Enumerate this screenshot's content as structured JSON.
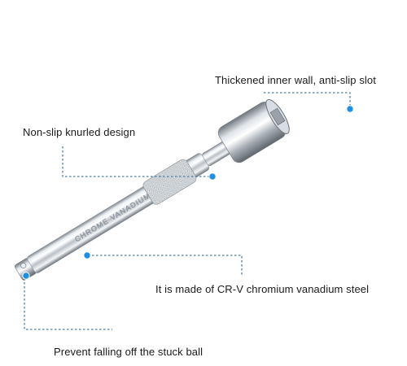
{
  "product": {
    "name": "socket-extension-bar",
    "engraving": "CHROME VANADIUM"
  },
  "callouts": [
    {
      "id": "inner-wall",
      "text": "Thickened inner wall, anti-slip slot"
    },
    {
      "id": "knurled",
      "text": "Non-slip knurled design"
    },
    {
      "id": "material",
      "text": "It is made of CR-V chromium vanadium steel"
    },
    {
      "id": "ball",
      "text": "Prevent falling off the stuck ball"
    }
  ],
  "colors": {
    "leader_line": "#4b7ea6",
    "marker_dot": "#1f8fe0",
    "text": "#1a1a1a",
    "metal_light": "#f4f6f8",
    "metal_dark": "#8a9096"
  }
}
